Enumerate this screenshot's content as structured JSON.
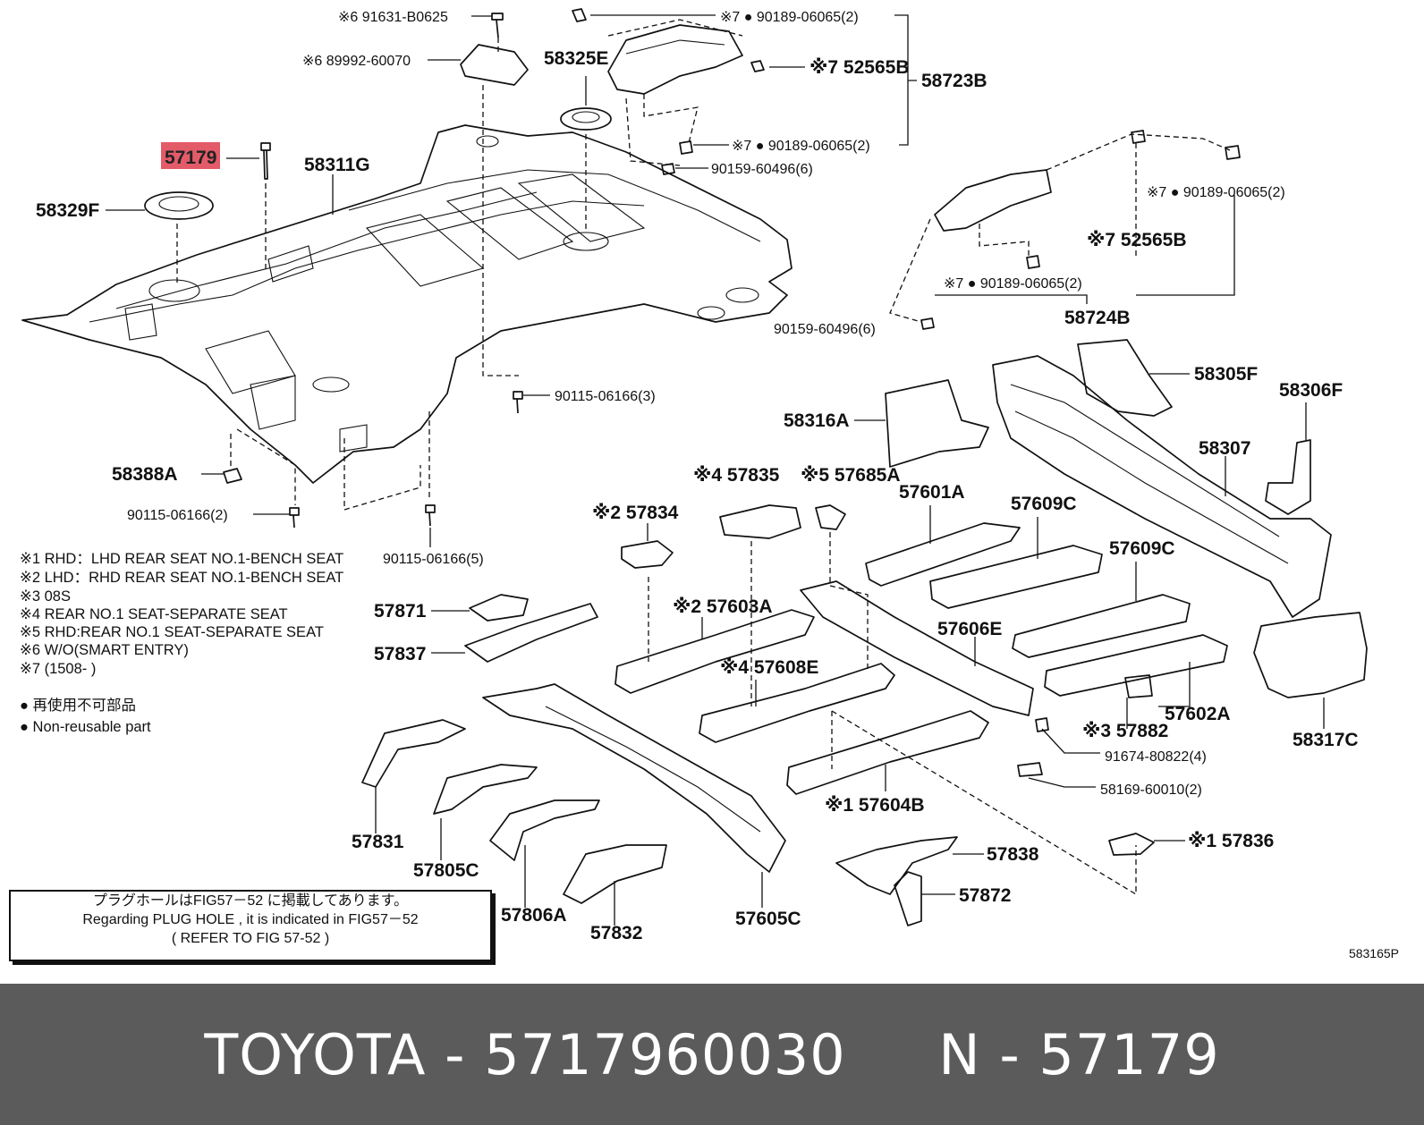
{
  "highlight_color": "#e35b69",
  "footer": {
    "make": "TOYOTA",
    "part_number": "5717960030",
    "part_label": "N",
    "part_code": "57179"
  },
  "figure_code": "583165P",
  "labels": {
    "p91631": "※6 91631-B0625",
    "p89992": "※6 89992-60070",
    "p58325e": "58325E",
    "p90189_a": "※7 ● 90189-06065(2)",
    "p52565b_a": "※7 52565B",
    "p58723b": "58723B",
    "p90189_b": "※7 ● 90189-06065(2)",
    "p90159_a": "90159-60496(6)",
    "p57179": "57179",
    "p58311g": "58311G",
    "p58329f": "58329F",
    "p90189_c": "※7 ● 90189-06065(2)",
    "p52565b_b": "※7 52565B",
    "p90189_d": "※7 ● 90189-06065(2)",
    "p58724b": "58724B",
    "p90159_b": "90159-60496(6)",
    "p90115_a": "90115-06166(3)",
    "p58305f": "58305F",
    "p58306f": "58306F",
    "p58316a": "58316A",
    "p58307": "58307",
    "p58388a": "58388A",
    "p57835": "※4 57835",
    "p57685a": "※5 57685A",
    "p57601a": "57601A",
    "p57609c_a": "57609C",
    "p57834": "※2 57834",
    "p90115_b": "90115-06166(2)",
    "p90115_c": "90115-06166(5)",
    "p57609c_b": "57609C",
    "p57871": "57871",
    "p57603a": "※2 57603A",
    "p57837": "57837",
    "p57606e": "57606E",
    "p57608e": "※4 57608E",
    "p57882": "※3 57882",
    "p57602a": "57602A",
    "p58317c": "58317C",
    "p91674": "91674-80822(4)",
    "p58169": "58169-60010(2)",
    "p57604b": "※1 57604B",
    "p57831": "57831",
    "p57836": "※1 57836",
    "p57805c": "57805C",
    "p57838": "57838",
    "p57872": "57872",
    "p57806a": "57806A",
    "p57832": "57832",
    "p57605c": "57605C"
  },
  "notes": [
    "※1 RHD：LHD REAR SEAT NO.1-BENCH SEAT",
    "※2 LHD：RHD REAR SEAT NO.1-BENCH SEAT",
    "※3 08S",
    "※4 REAR NO.1 SEAT-SEPARATE SEAT",
    "※5 RHD:REAR NO.1 SEAT-SEPARATE SEAT",
    "※6 W/O(SMART ENTRY)",
    "※7 (1508-      )"
  ],
  "legend": {
    "jp": "● 再使用不可部品",
    "en": "● Non-reusable part"
  },
  "plug_hole": {
    "line1": "プラグホールはFIG57－52 に掲載してあります。",
    "line2": "Regarding  PLUG HOLE , it is indicated in FIG57－52",
    "line3": "(    REFER TO FIG 57-52   )"
  }
}
